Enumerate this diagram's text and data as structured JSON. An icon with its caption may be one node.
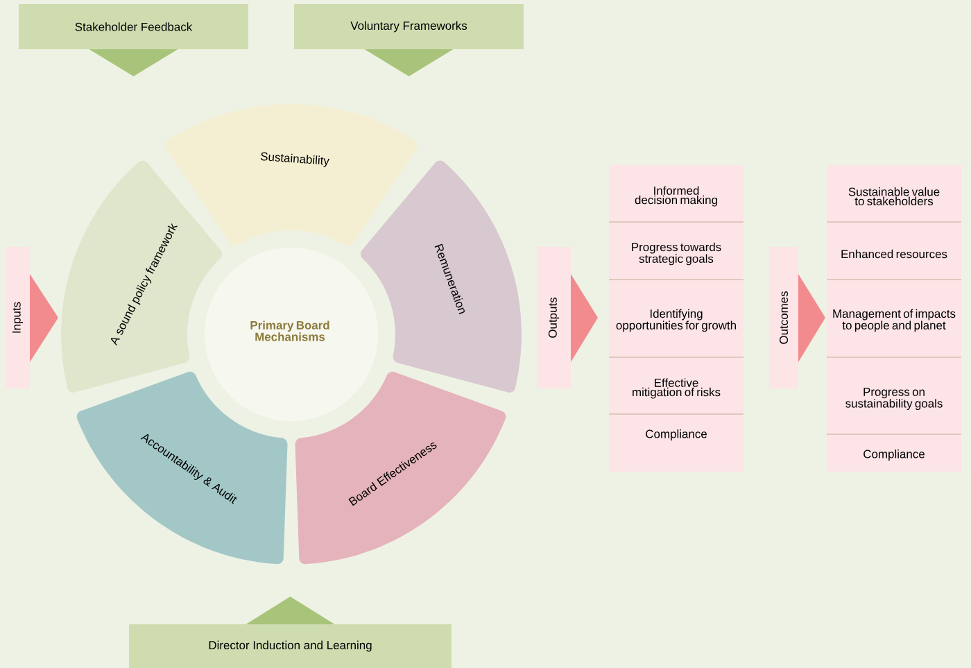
{
  "diagram": {
    "nodes": [
      {
        "text": [
          "Stakeholder Feedback"
        ]
      },
      {
        "text": [
          "Voluntary Frameworks"
        ]
      },
      {
        "text": [
          "Sustainability"
        ]
      },
      {
        "text": [
          "A sound policy framework"
        ]
      },
      {
        "text": [
          "Remuneration"
        ]
      },
      {
        "text": [
          "Inputs"
        ]
      },
      {
        "text": [
          "Primary Board Mechanisms"
        ]
      },
      {
        "text": [
          "Outputs"
        ]
      },
      {
        "text": [
          "Informed decision making"
        ]
      },
      {
        "text": [
          "Progress towards strategic goals"
        ]
      },
      {
        "text": [
          "Identifying opportunities for growth"
        ]
      },
      {
        "text": [
          "Effective mitigation of risks"
        ]
      },
      {
        "text": [
          "Compliance"
        ]
      },
      {
        "text": [
          "Outcomes"
        ]
      },
      {
        "text": [
          "Sustainable value to stakeholders"
        ]
      },
      {
        "text": [
          "Enhanced resources"
        ]
      },
      {
        "text": [
          "Management of impacts to people and planet"
        ]
      },
      {
        "text": [
          "Progress on sustainability goals"
        ]
      },
      {
        "text": [
          "Compliance"
        ]
      },
      {
        "text": [
          "Accountability & Audit"
        ]
      },
      {
        "text": [
          "Board Effectiveness"
        ]
      },
      {
        "text": [
          "Director Induction and Learning"
        ]
      }
    ]
  }
}
